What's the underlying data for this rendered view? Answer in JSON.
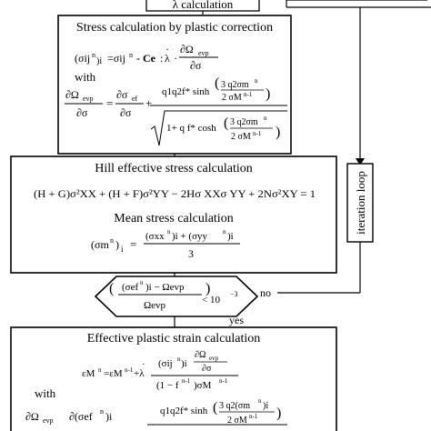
{
  "top": {
    "lambda_label": "λ  calculation"
  },
  "stress": {
    "title": "Stress calculation by plastic correction",
    "eq1_lhs": "(σij",
    "eq1_n": "n",
    "eq1_i": ")i",
    "eq1_mid": "=σij",
    "eq1_n2": "n",
    "eq1_minus": "- Ce",
    "eq1_colon": ":",
    "eq1_lambda": "λ",
    "eq1_dot": "·",
    "frac_num": "∂Ω",
    "frac_num_sub": "evp",
    "frac_den": "∂σ",
    "with": "with",
    "lhs_num": "∂Ω",
    "lhs_num_sub": "evp",
    "lhs_den": "∂σ",
    "eq": "=",
    "r1_num": "∂σ",
    "r1_num_sub": "ef",
    "r1_den": "∂σ",
    "plus": "+",
    "big_num": "q1q2f* sinh",
    "big_num_par_num": "3 q2σm",
    "big_num_par_num_sup": "n",
    "big_num_par_den": "2 σM",
    "big_num_par_den_sup": "n-1",
    "big_den": "1+ q f* cosh",
    "big_den_par_num": "3 q2σm",
    "big_den_par_num_sup": "n",
    "big_den_par_den": "2 σM",
    "big_den_par_den_sup": "n-1"
  },
  "hill": {
    "title": "Hill effective stress calculation",
    "equation": "(H + G)σ²XX + (H + F)σ²YY − 2Hσ XXσ YY + 2Nσ²XY = 1",
    "mean_title": "Mean stress calculation",
    "mean_lhs": "(σm",
    "mean_lhs_sup": "n",
    "mean_lhs_close": ")",
    "mean_lhs_sub": "i",
    "mean_eq": "=",
    "mean_num": "(σxx",
    "mean_num_sup1": "n",
    "mean_num_mid": ")i + (σyy",
    "mean_num_sup2": "n",
    "mean_num_end": ")i",
    "mean_den": "3"
  },
  "loop": {
    "label": "iteration loop"
  },
  "decision": {
    "num_a": "(σef",
    "num_a_sup": "n",
    "num_a_end": ")i − Ωevp",
    "den": "Ωevp",
    "cmp": "< 10",
    "cmp_exp": "−3",
    "no": "no",
    "yes": "yes"
  },
  "strain": {
    "title": "Effective plastic strain calculation",
    "eq_lhs": "εM",
    "eq_lhs_sup": "n",
    "eq_mid": "=εM",
    "eq_mid_sup": "n-1",
    "eq_plus": "+λ",
    "eq_dot": "·",
    "top_num_a": "(σij",
    "top_num_a_sup": "n",
    "top_num_a_end": ")i",
    "top_num_b": "∂Ω",
    "top_num_b_sub": "evp",
    "top_num_c": "∂σ",
    "den_a": "(1 − f",
    "den_a_sup": "n-1",
    "den_a_end": ")σM",
    "den_a_sup2": "n-1",
    "with": "with",
    "lhs": "∂Ω",
    "lhs_sub": "evp",
    "rhs_a": "∂(σef",
    "rhs_a_sup": "n",
    "rhs_a_end": ")i",
    "rhs2": "q1q2f* sinh",
    "rhs2_par_num": "3 q2(σm",
    "rhs2_par_num_sup": "n",
    "rhs2_par_num_end": ")i",
    "rhs2_par_den": "2 σM",
    "rhs2_par_den_sup": "n-1"
  }
}
